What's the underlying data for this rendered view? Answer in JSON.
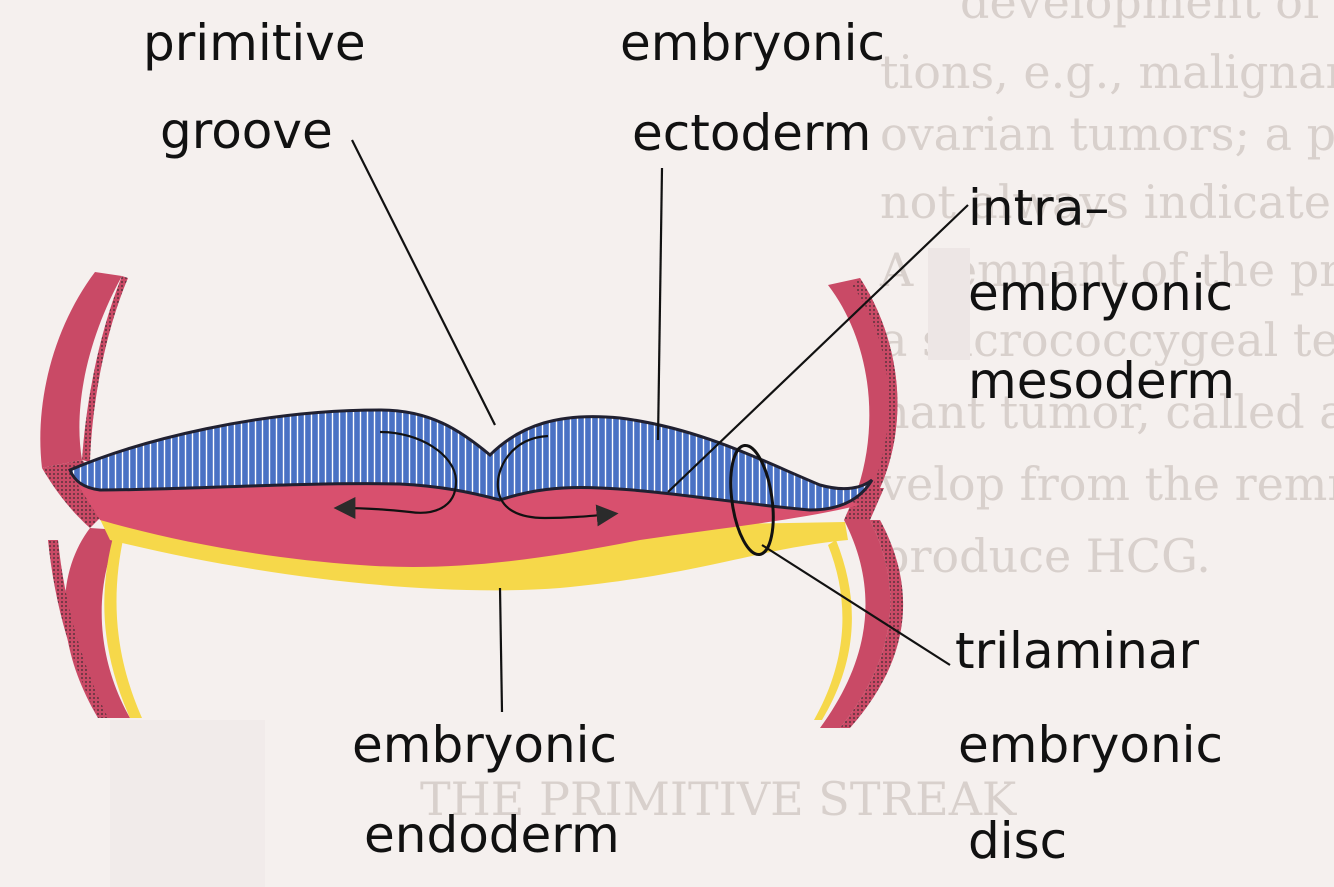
{
  "labels": {
    "primitive_groove": [
      "primitive",
      "groove"
    ],
    "embryonic_ectoderm": [
      "embryonic",
      "ectoderm"
    ],
    "intraembryonic_mesoderm": [
      "intra–",
      "embryonic",
      "mesoderm"
    ],
    "trilaminar_embryonic_disc": [
      "trilaminar",
      "embryonic",
      "disc"
    ],
    "embryonic_endoderm": [
      "embryonic",
      "endoderm"
    ]
  },
  "show_through_text": [
    "development of a mass of tissue",
    "tions, e.g., malignant tumors of the uterus and",
    "ovarian tumors; a positive pregnancy test does",
    "not always indicate that an embryo is developing.",
    "A remnant of the primitive streak may give rise to",
    "a sacrococcygeal teratoma, a large and likely malig-",
    "nant tumor, called a teratoma, which may de-",
    "velop from the remnants of this streak and",
    "produce HCG.",
    "THE PRIMITIVE STREAK"
  ],
  "colors": {
    "ectoderm": "#4a72c4",
    "mesoderm": "#d8506e",
    "endoderm": "#f6d84a",
    "wall": "#c94a66",
    "background": "#f5f0ee"
  }
}
